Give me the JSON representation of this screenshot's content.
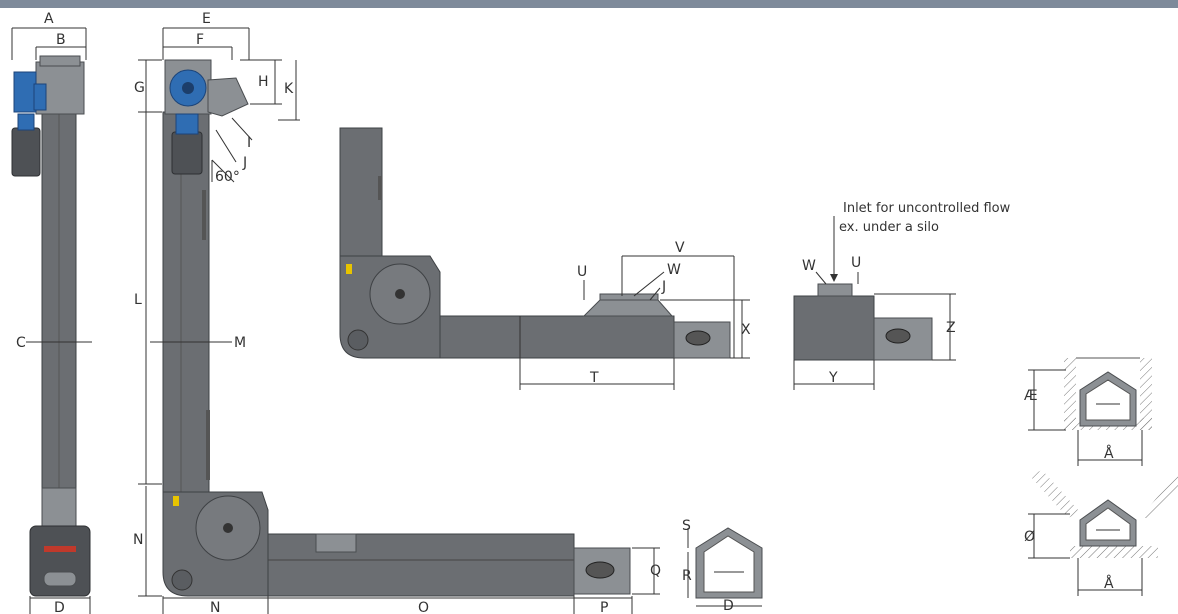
{
  "colors": {
    "steel": "#6b6e72",
    "motor_blue": "#2f6db3",
    "line": "#333333"
  },
  "dimensions": {
    "A": "A",
    "B": "B",
    "C": "C",
    "D": "D",
    "E": "E",
    "F": "F",
    "G": "G",
    "H": "H",
    "I": "I",
    "J": "J",
    "K": "K",
    "L": "L",
    "M": "M",
    "N": "N",
    "O": "O",
    "P": "P",
    "Q": "Q",
    "R": "R",
    "S": "S",
    "T": "T",
    "U": "U",
    "V": "V",
    "W": "W",
    "X": "X",
    "Y": "Y",
    "Z": "Z",
    "AE": "Æ",
    "AA": "Å",
    "OE": "Ø"
  },
  "angle_label": "60°",
  "note": {
    "line1": "Inlet for uncontrolled flow",
    "line2": "ex. under a silo"
  }
}
